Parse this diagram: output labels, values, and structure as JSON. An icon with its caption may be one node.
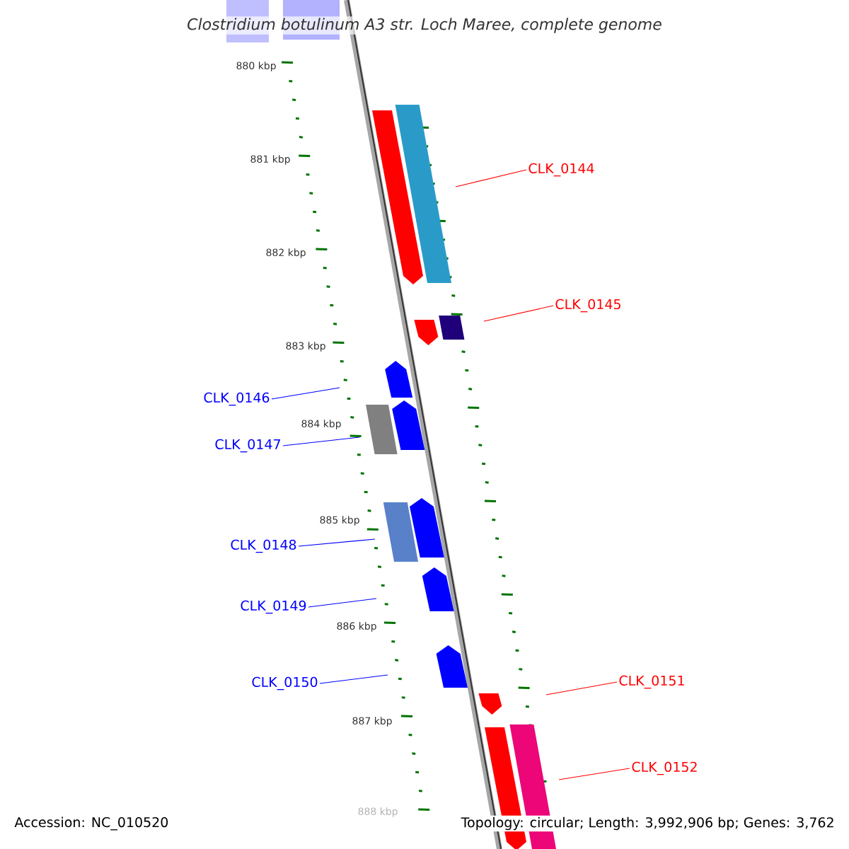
{
  "diagram": {
    "title": "Clostridium botulinum A3 str. Loch Maree, complete genome",
    "nodes": [
      {
        "text": [
          "CLK_0144"
        ]
      },
      {
        "text": [
          "CLK_0145"
        ]
      },
      {
        "text": [
          "CLK_0146"
        ]
      },
      {
        "text": [
          "CLK_0147"
        ]
      },
      {
        "text": [
          "CLK_0148"
        ]
      },
      {
        "text": [
          "CLK_0149"
        ]
      },
      {
        "text": [
          "CLK_0150"
        ]
      },
      {
        "text": [
          "CLK_0151"
        ]
      },
      {
        "text": [
          "CLK_0152"
        ]
      }
    ],
    "edges": [
      {
        "from": 0,
        "to": null,
        "arrow": "none",
        "color": "#ff0000"
      },
      {
        "from": 1,
        "to": null,
        "arrow": "none",
        "color": "#ff0000"
      },
      {
        "from": 2,
        "to": null,
        "arrow": "none"
      },
      {
        "from": 3,
        "to": null,
        "arrow": "none"
      },
      {
        "from": 4,
        "to": null,
        "arrow": "none"
      },
      {
        "from": 5,
        "to": null,
        "arrow": "none"
      },
      {
        "from": 6,
        "to": null,
        "arrow": "none"
      },
      {
        "from": 7,
        "to": null,
        "arrow": "none",
        "color": "#ff0000"
      },
      {
        "from": 8,
        "to": null,
        "arrow": "none",
        "color": "#ff0000"
      }
    ],
    "labels": [
      "880 kbp",
      "881 kbp",
      "882 kbp",
      "883 kbp",
      "884 kbp",
      "885 kbp",
      "886 kbp",
      "887 kbp",
      "888 kbp",
      "Accession: NC_010520",
      "Topology: circular; Length: 3,992,906 bp; Genes: 3,762"
    ]
  }
}
